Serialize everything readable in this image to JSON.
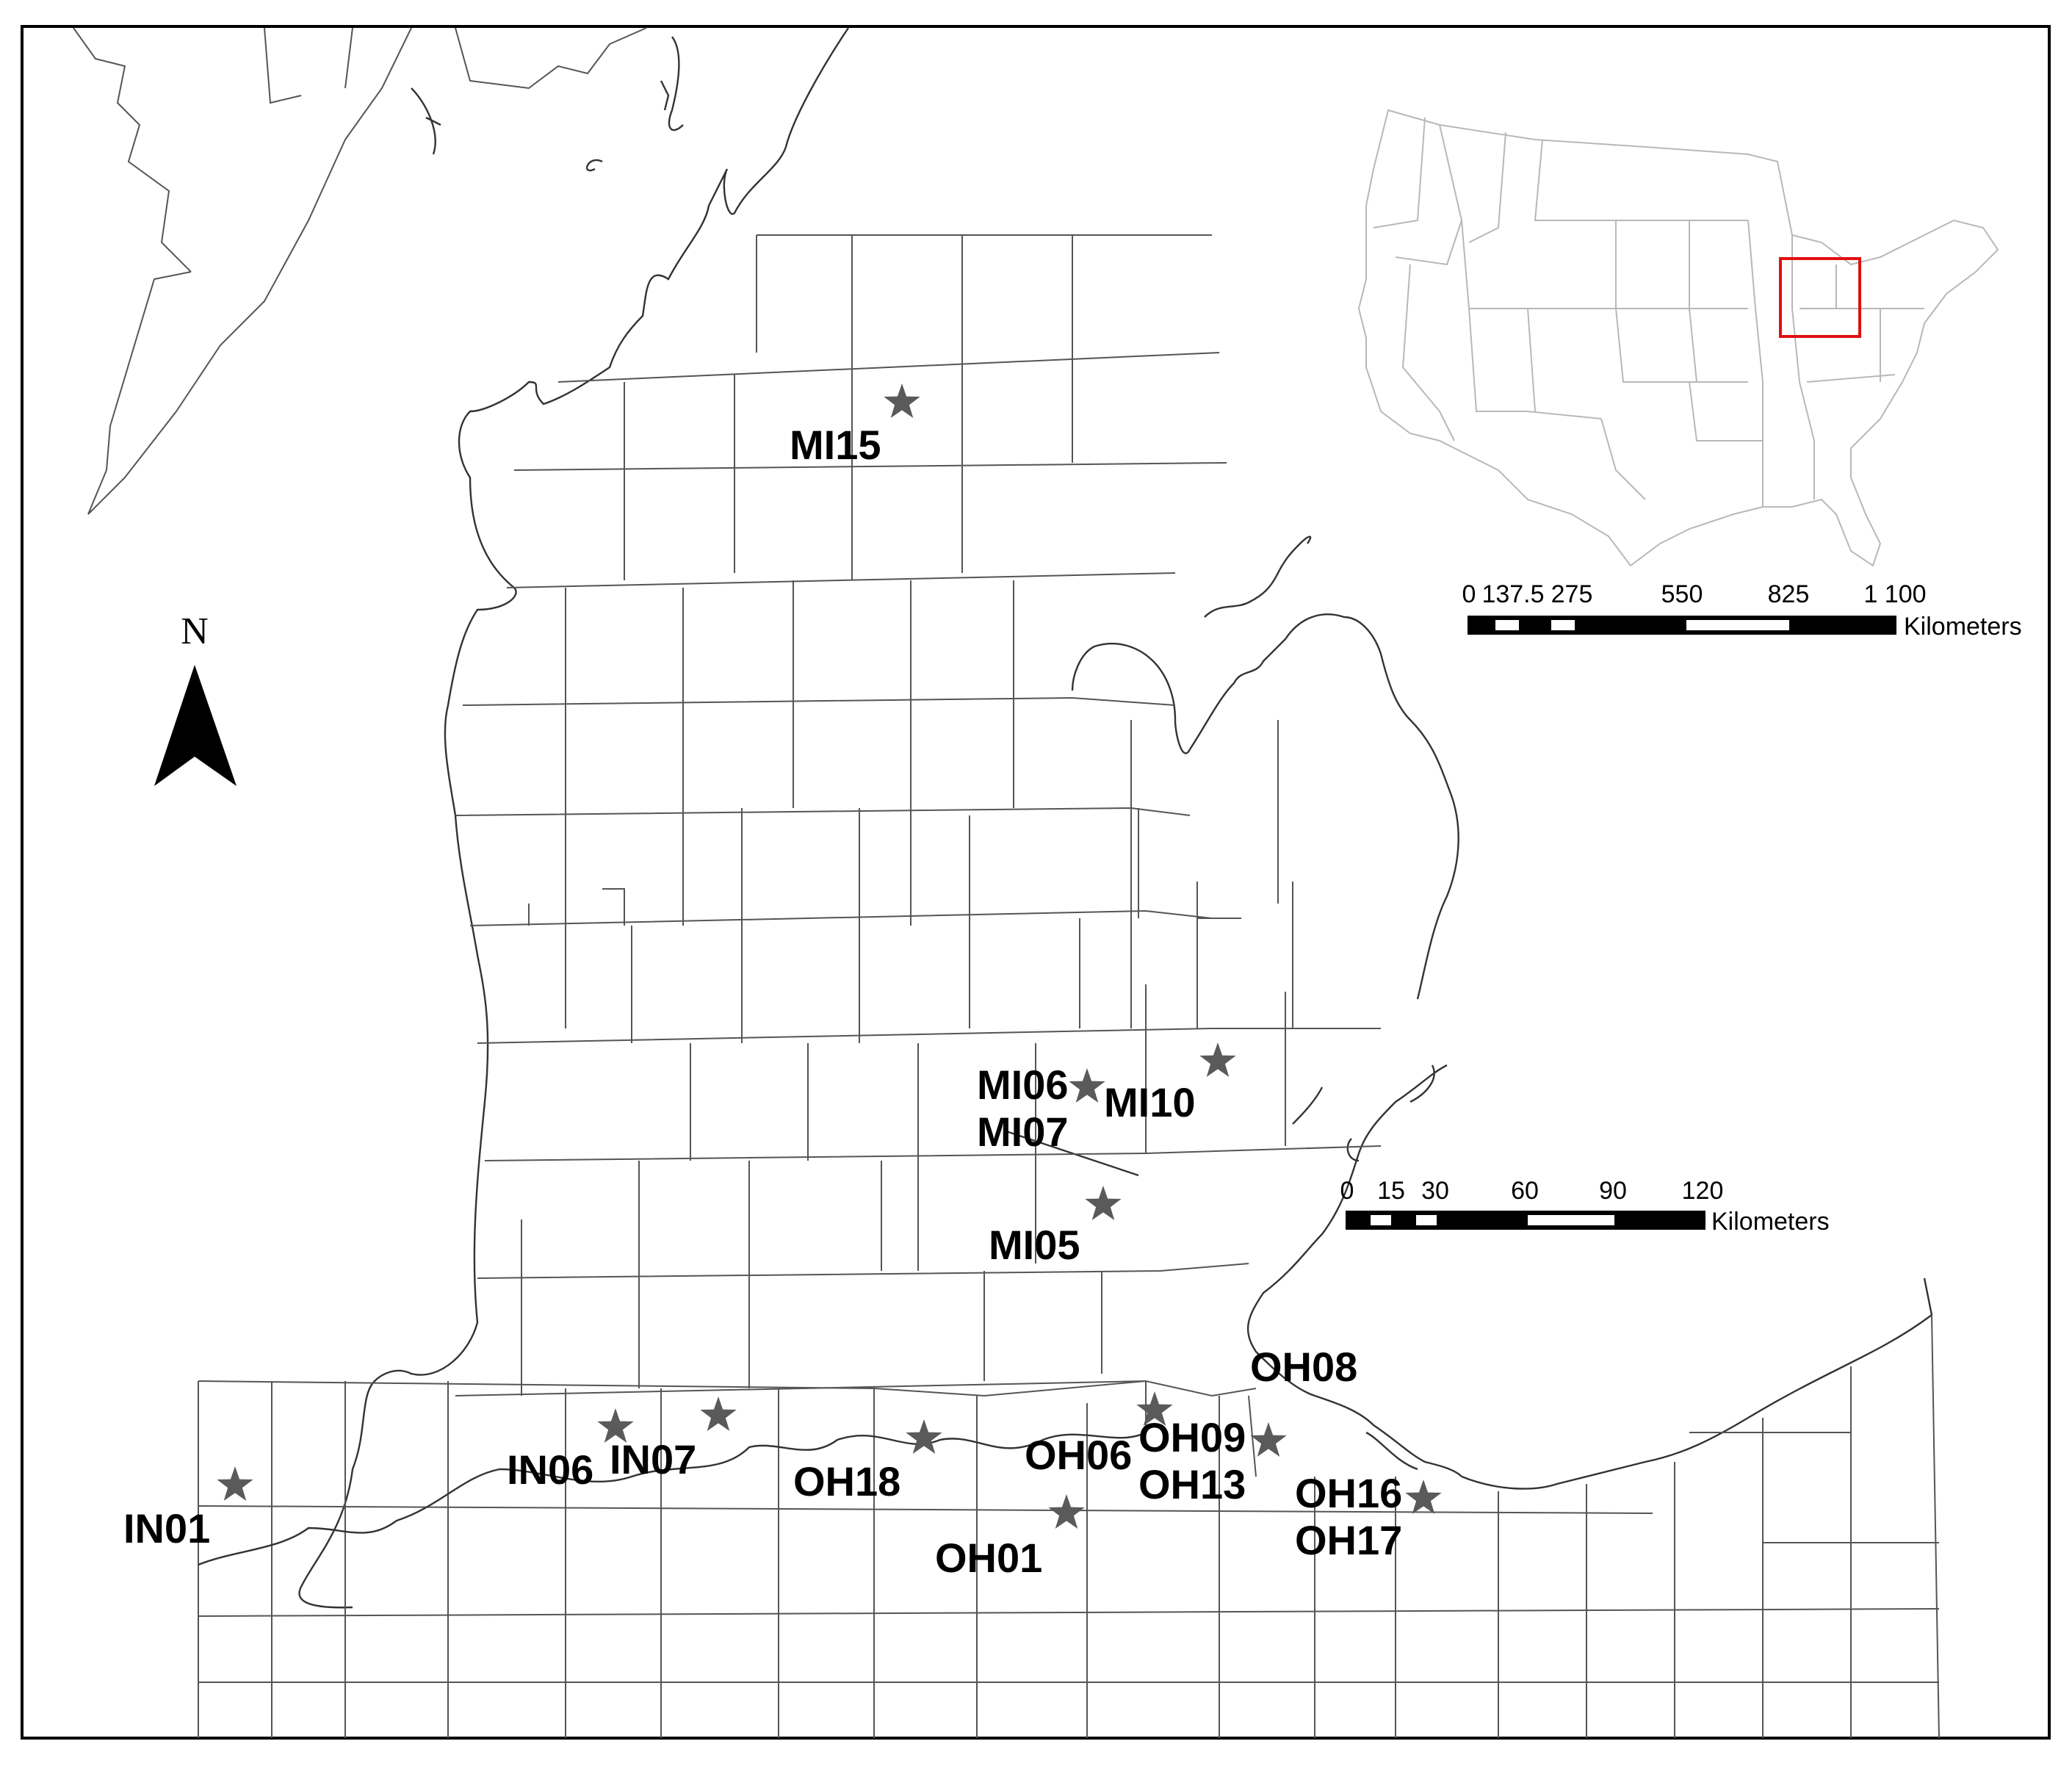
{
  "north_arrow": {
    "label": "N"
  },
  "sites": [
    {
      "id": "MI15",
      "label": "MI15"
    },
    {
      "id": "MI06",
      "label": "MI06"
    },
    {
      "id": "MI07",
      "label": "MI07"
    },
    {
      "id": "MI10",
      "label": "MI10"
    },
    {
      "id": "MI05",
      "label": "MI05"
    },
    {
      "id": "OH08",
      "label": "OH08"
    },
    {
      "id": "OH09",
      "label": "OH09"
    },
    {
      "id": "OH13",
      "label": "OH13"
    },
    {
      "id": "OH06",
      "label": "OH06"
    },
    {
      "id": "OH16",
      "label": "OH16"
    },
    {
      "id": "OH17",
      "label": "OH17"
    },
    {
      "id": "OH18",
      "label": "OH18"
    },
    {
      "id": "OH01",
      "label": "OH01"
    },
    {
      "id": "IN06",
      "label": "IN06"
    },
    {
      "id": "IN07",
      "label": "IN07"
    },
    {
      "id": "IN01",
      "label": "IN01"
    }
  ],
  "inset_scale": {
    "ticks": [
      "0",
      "137.5",
      "275",
      "550",
      "825",
      "1 100"
    ],
    "unit": "Kilometers"
  },
  "main_scale": {
    "ticks": [
      "0",
      "15",
      "30",
      "60",
      "90",
      "120"
    ],
    "unit": "Kilometers"
  },
  "colors": {
    "star": "#5a5a5a",
    "locator_box": "#e01010",
    "frame": "#000000"
  },
  "icons": {
    "site_marker": "star-icon",
    "north": "north-arrow-icon"
  }
}
